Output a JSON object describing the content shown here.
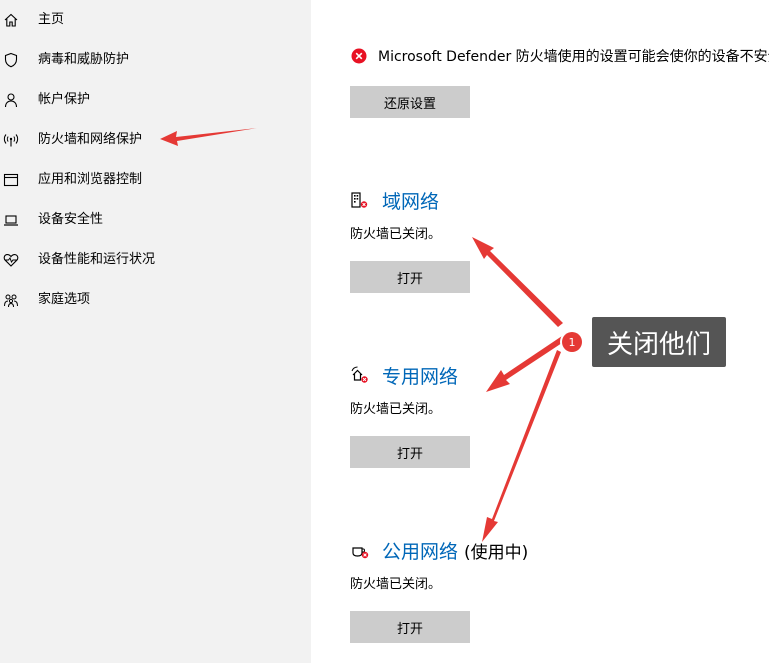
{
  "sidebar": {
    "items": [
      {
        "label": "主页",
        "icon": "home-icon"
      },
      {
        "label": "病毒和威胁防护",
        "icon": "shield-icon"
      },
      {
        "label": "帐户保护",
        "icon": "person-icon"
      },
      {
        "label": "防火墙和网络保护",
        "icon": "wireless-icon"
      },
      {
        "label": "应用和浏览器控制",
        "icon": "app-window-icon"
      },
      {
        "label": "设备安全性",
        "icon": "laptop-icon"
      },
      {
        "label": "设备性能和运行状况",
        "icon": "heart-pulse-icon"
      },
      {
        "label": "家庭选项",
        "icon": "family-icon"
      }
    ]
  },
  "main": {
    "warning": {
      "text": "Microsoft Defender 防火墙使用的设置可能会使你的设备不安全。",
      "icon": "error-circle-icon",
      "color": "#e81123"
    },
    "restore_button": "还原设置",
    "networks": [
      {
        "title": "域网络",
        "suffix": "",
        "status": "防火墙已关闭。",
        "button": "打开",
        "icon": "domain-network-icon"
      },
      {
        "title": "专用网络",
        "suffix": "",
        "status": "防火墙已关闭。",
        "button": "打开",
        "icon": "private-network-icon"
      },
      {
        "title": "公用网络",
        "suffix": "(使用中)",
        "status": "防火墙已关闭。",
        "button": "打开",
        "icon": "public-network-icon"
      }
    ]
  },
  "annotation": {
    "badge": "1",
    "label": "关闭他们",
    "arrow_color": "#e53935"
  }
}
